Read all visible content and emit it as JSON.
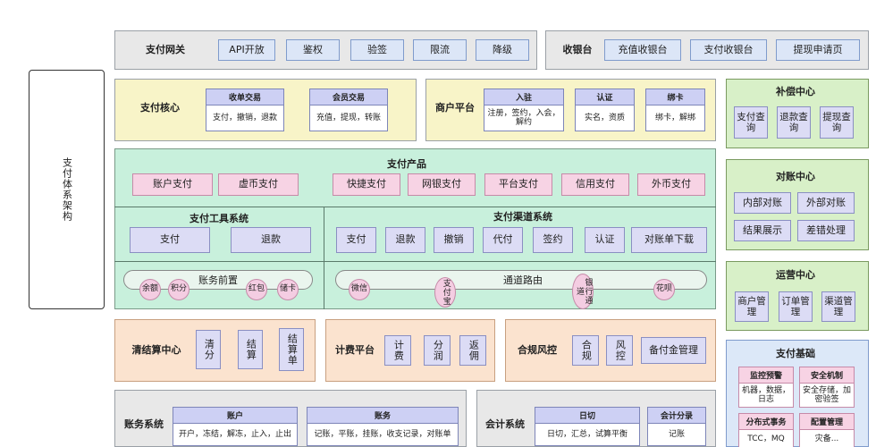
{
  "side_label": "支付体系架构",
  "gateway": {
    "title": "支付网关",
    "items": [
      "API开放",
      "鉴权",
      "验签",
      "限流",
      "降级"
    ]
  },
  "cashier": {
    "title": "收银台",
    "items": [
      "充值收银台",
      "支付收银台",
      "提现申请页"
    ]
  },
  "core": {
    "title": "支付核心",
    "blocks": [
      {
        "head": "收单交易",
        "body": "支付，撤销，退款"
      },
      {
        "head": "会员交易",
        "body": "充值，提现，转账"
      }
    ]
  },
  "merchant": {
    "title": "商户平台",
    "blocks": [
      {
        "head": "入驻",
        "body": "注册，签约，入会，解约"
      },
      {
        "head": "认证",
        "body": "实名，资质"
      },
      {
        "head": "绑卡",
        "body": "绑卡，解绑"
      }
    ]
  },
  "product": {
    "title": "支付产品",
    "items": [
      "账户支付",
      "虚币支付",
      "快捷支付",
      "网银支付",
      "平台支付",
      "信用支付",
      "外币支付"
    ]
  },
  "tools": {
    "title": "支付工具系统",
    "items": [
      "支付",
      "退款"
    ],
    "bar": "账务前置",
    "circles": [
      "余额",
      "积分",
      "红包",
      "储卡"
    ]
  },
  "channel": {
    "title": "支付渠道系统",
    "items": [
      "支付",
      "退款",
      "撤销",
      "代付",
      "签约",
      "认证",
      "对账单下载"
    ],
    "bar": "通道路由",
    "circles": [
      "微信",
      "支付宝",
      "银行通道",
      "花呗"
    ]
  },
  "comp": {
    "title": "补偿中心",
    "items": [
      "支付查询",
      "退款查询",
      "提现查询"
    ]
  },
  "recon": {
    "title": "对账中心",
    "items": [
      "内部对账",
      "外部对账",
      "结果展示",
      "差错处理"
    ]
  },
  "ops": {
    "title": "运营中心",
    "items": [
      "商户管理",
      "订单管理",
      "渠道管理"
    ]
  },
  "clearing": {
    "title": "清结算中心",
    "items": [
      "清分",
      "结算",
      "结算单"
    ]
  },
  "fee": {
    "title": "计费平台",
    "items": [
      "计费",
      "分润",
      "返佣"
    ]
  },
  "risk": {
    "title": "合规风控",
    "items": [
      "合规",
      "风控",
      "备付金管理"
    ]
  },
  "base": {
    "title": "支付基础",
    "blocks": [
      {
        "head": "监控预警",
        "body": "机器，数据，日志"
      },
      {
        "head": "安全机制",
        "body": "安全存储，加密验签"
      },
      {
        "head": "分布式事务",
        "body": "TCC，MQ"
      },
      {
        "head": "配置管理",
        "body": "灾备..."
      }
    ]
  },
  "acct": {
    "title": "账务系统",
    "blocks": [
      {
        "head": "账户",
        "body": "开户，冻结，解冻，止入，止出"
      },
      {
        "head": "账务",
        "body": "记账，平账，挂账，收支记录，对账单"
      }
    ]
  },
  "accounting": {
    "title": "会计系统",
    "blocks": [
      {
        "head": "日切",
        "body": "日切，汇总，试算平衡"
      },
      {
        "head": "会计分录",
        "body": "记账"
      }
    ]
  }
}
